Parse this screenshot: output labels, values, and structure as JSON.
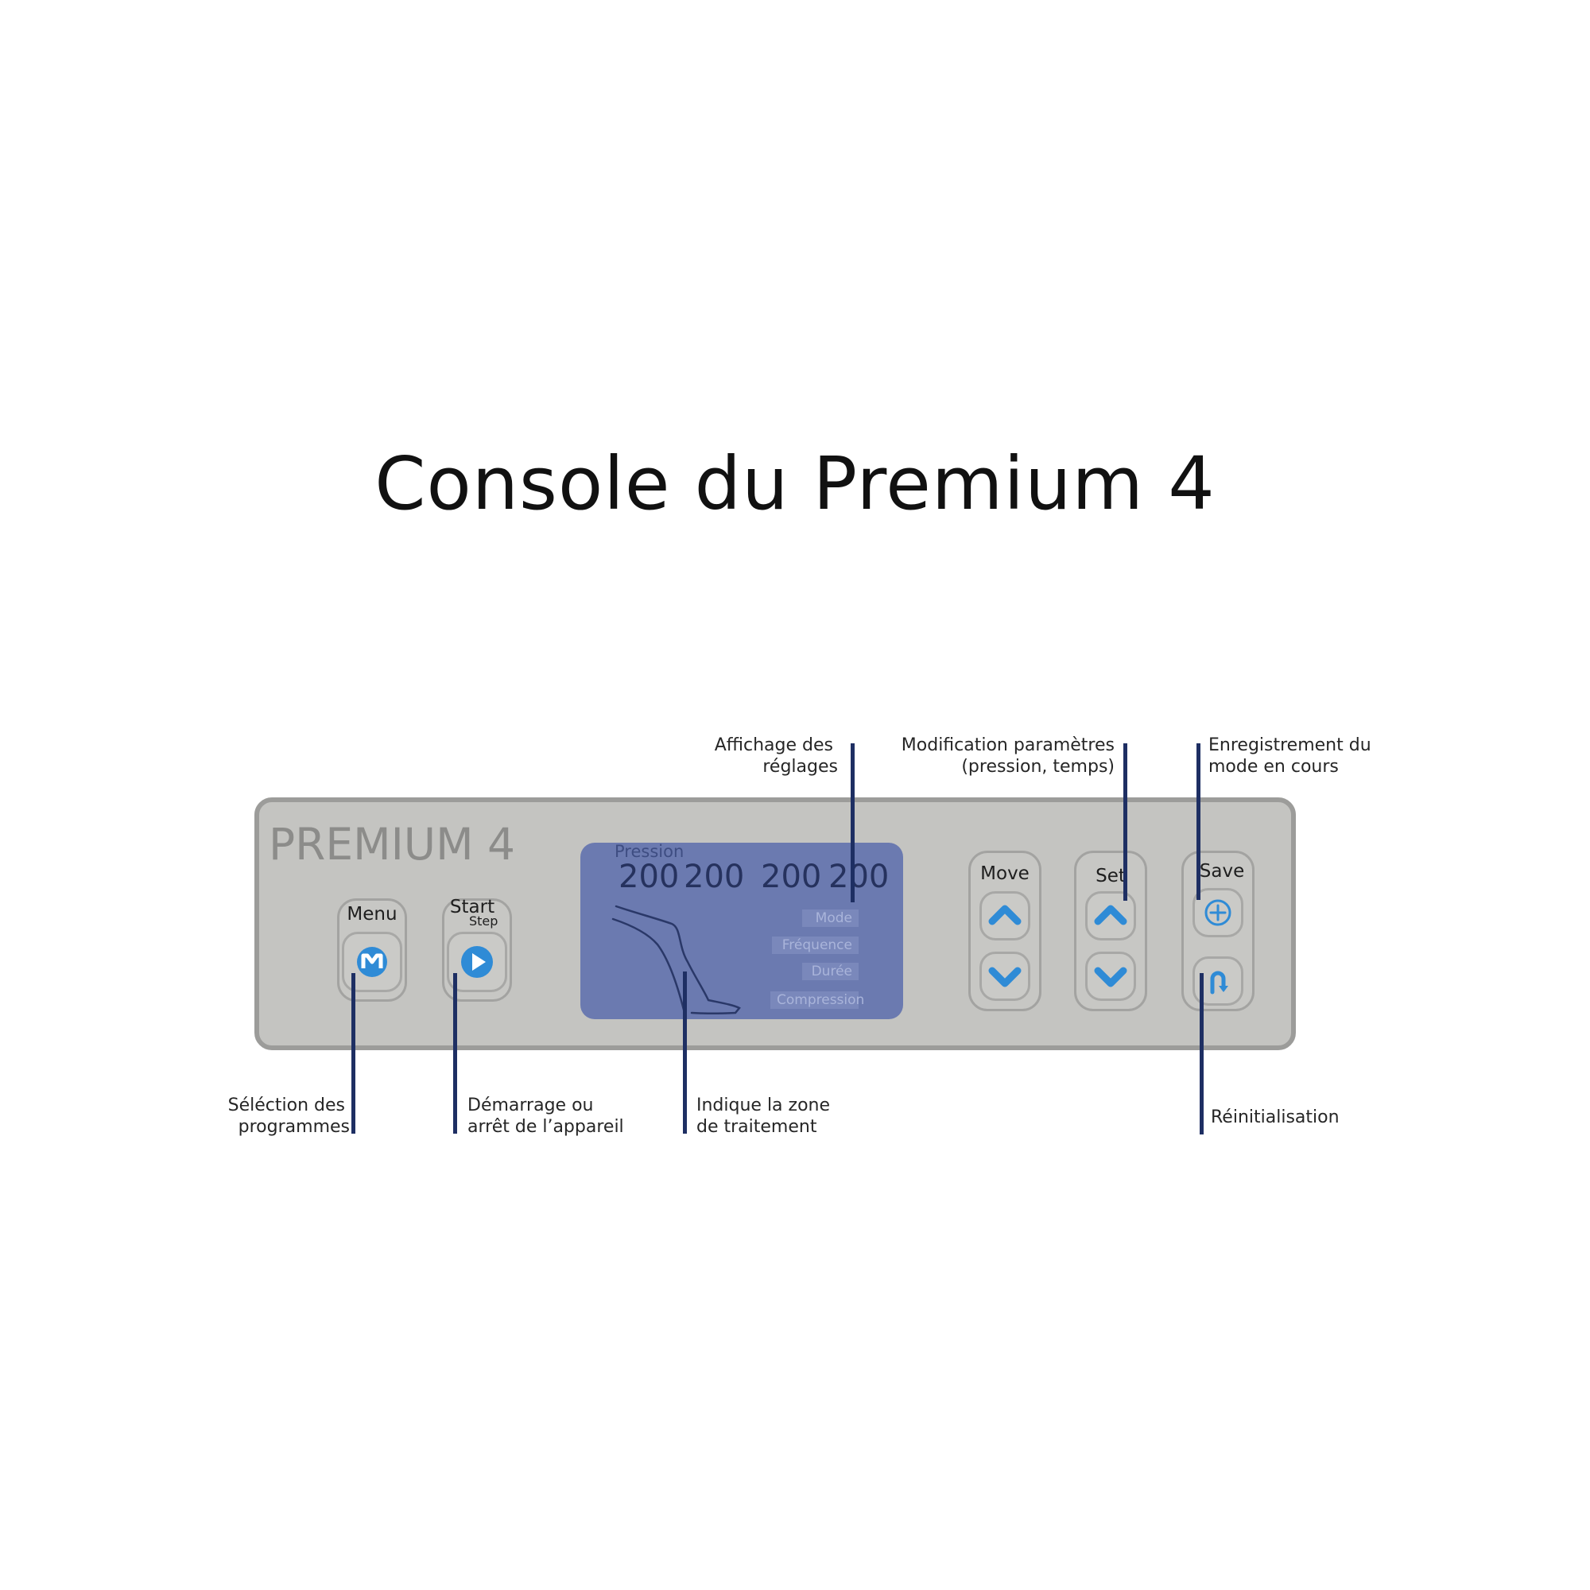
{
  "title": "Console du Premium 4",
  "console": {
    "brand": "PREMIUM 4",
    "buttons": {
      "menu": {
        "label": "Menu",
        "icon": "menu-m-icon"
      },
      "start": {
        "label": "Start",
        "sublabel": "Step",
        "icon": "play-icon"
      },
      "move": {
        "label": "Move",
        "icons": [
          "chevron-up-icon",
          "chevron-down-icon"
        ]
      },
      "set": {
        "label": "Set",
        "icons": [
          "chevron-up-icon",
          "chevron-down-icon"
        ]
      },
      "save": {
        "label": "Save",
        "icons": [
          "plus-circle-icon",
          "reset-icon"
        ]
      }
    },
    "screen": {
      "title": "Pression",
      "values": [
        "200",
        "200",
        "200",
        "200"
      ],
      "tags": [
        "Mode",
        "Fréquence",
        "Durée",
        "Compression"
      ],
      "figure": "leg-icon"
    }
  },
  "callouts": {
    "affichage": [
      "Affichage des",
      "réglages"
    ],
    "modification": [
      "Modification paramètres",
      "(pression, temps)"
    ],
    "enregistrement": [
      "Enregistrement du",
      "mode en cours"
    ],
    "selection": [
      "Séléction des",
      "programmes"
    ],
    "demarrage": [
      "Démarrage ou",
      "arrêt de l’appareil"
    ],
    "indique": [
      "Indique la zone",
      "de traitement"
    ],
    "reinitialisation": "Réinitialisation"
  },
  "colors": {
    "panel": "#c4c4c1",
    "screen": "#6b7ab0",
    "icon_blue": "#2f8bd6",
    "callout_line": "#1e2f63"
  }
}
